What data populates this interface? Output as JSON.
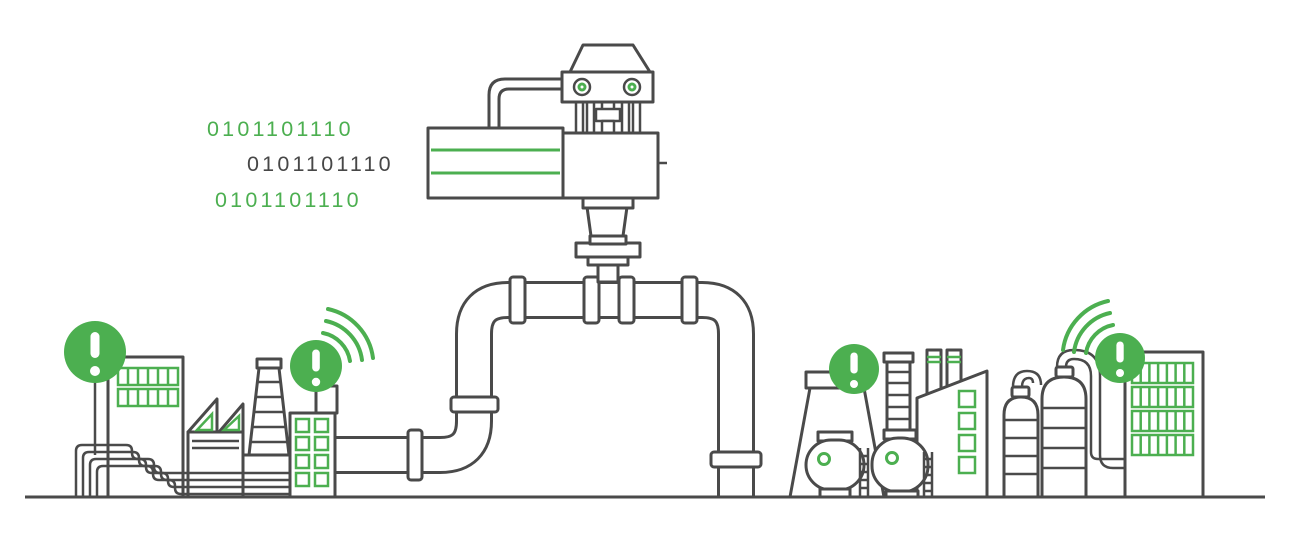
{
  "binary": {
    "line1": "0101101110",
    "line2": "0101101110",
    "line3": "0101101110"
  },
  "colors": {
    "accent_green": "#4caf50",
    "line_dark": "#4a4a4a",
    "background": "#ffffff"
  },
  "icons": {
    "alert": "alert-exclamation-circle",
    "wireless": "wifi-signal-arcs",
    "indicator_light": "green-status-light"
  },
  "counts": {
    "alert_icons": 4,
    "wifi_signals": 2,
    "indicator_lights": 2,
    "binary_lines": 3
  }
}
